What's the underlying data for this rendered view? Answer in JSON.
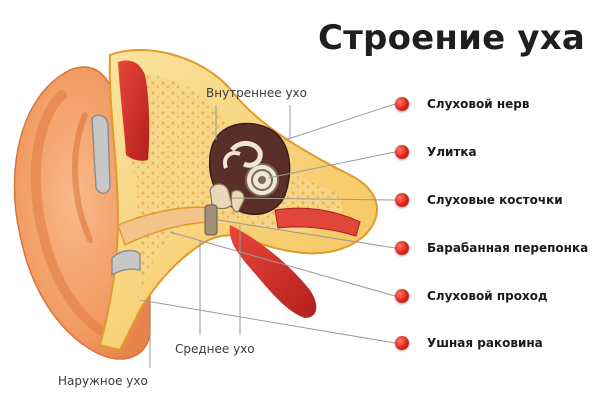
{
  "title": "Строение уха",
  "section_labels": {
    "inner": "Внутреннее ухо",
    "middle": "Среднее ухо",
    "outer": "Наружное ухо"
  },
  "parts": [
    "Слуховой нерв",
    "Улитка",
    "Слуховые косточки",
    "Барабанная перепонка",
    "Слуховой проход",
    "Ушная раковина"
  ],
  "colors": {
    "title": "#1f1f1f",
    "skin": "#f4a06a",
    "bone": "#f6c35a",
    "bone_light": "#fbe3a0",
    "muscle": "#d8322c",
    "marker": "#e0241a"
  }
}
